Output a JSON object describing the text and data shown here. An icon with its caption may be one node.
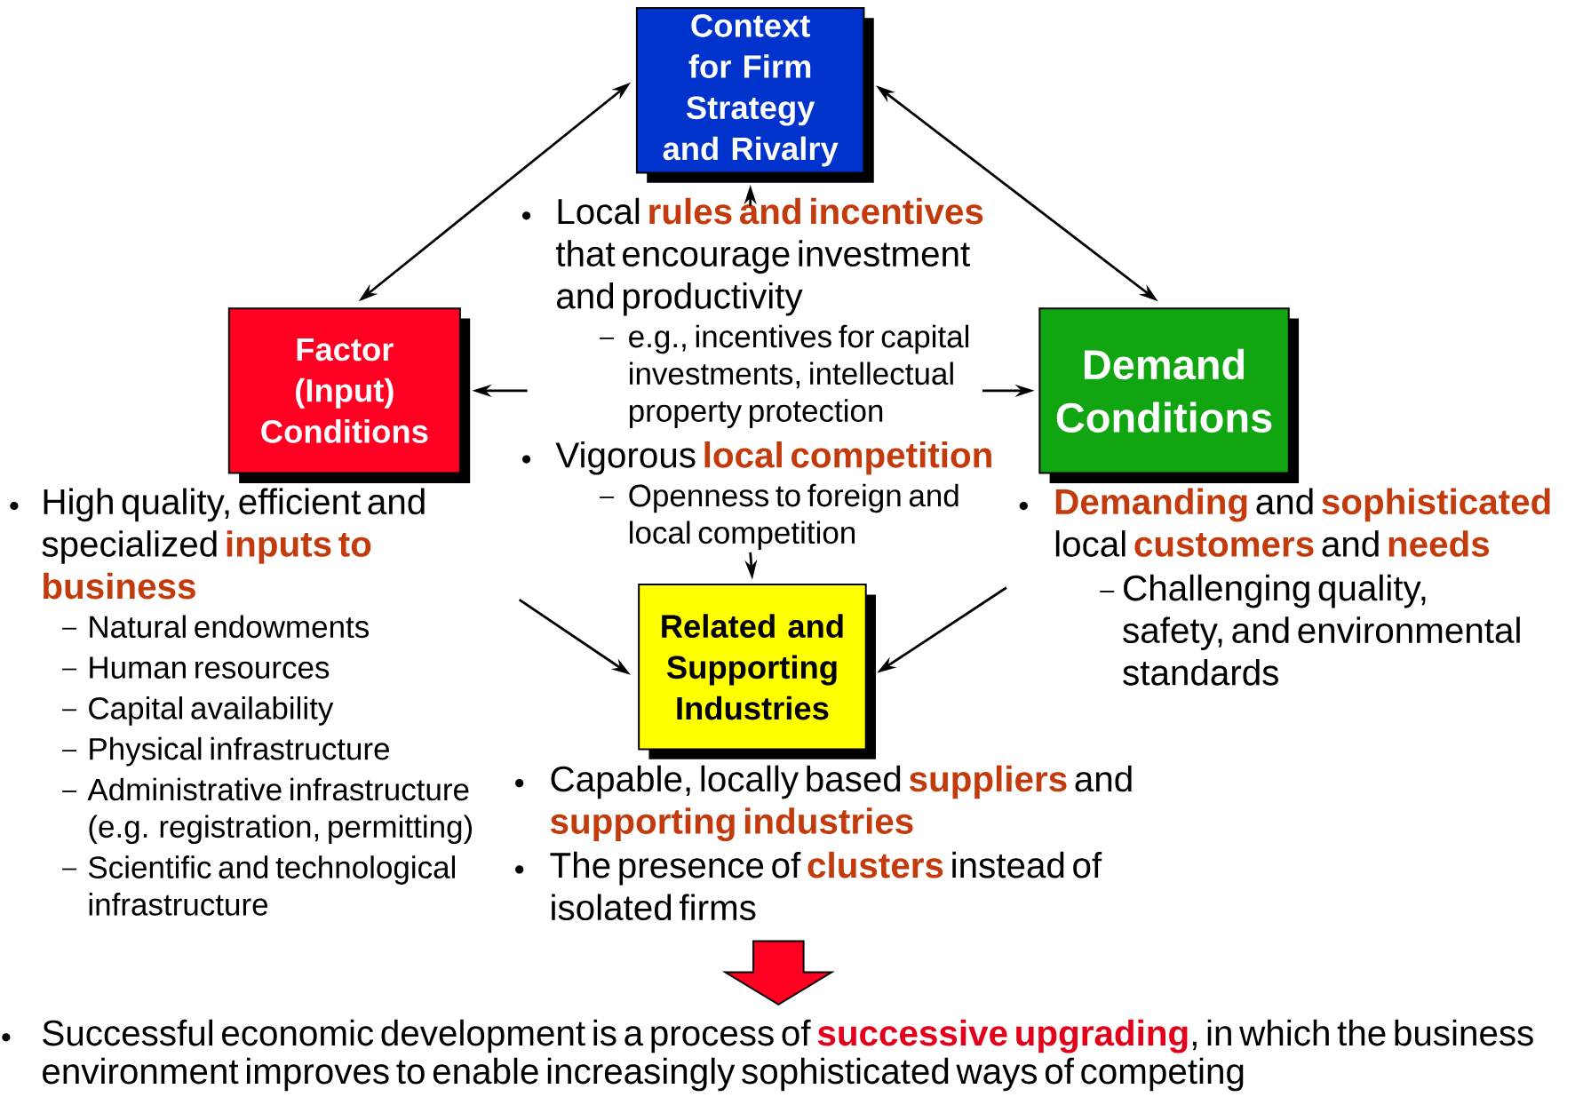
{
  "diagram": {
    "nodes": [
      {
        "text": [
          "Context for Firm Strategy and Rivalry"
        ]
      },
      {
        "text": [
          "Local **rules and incentives** that encourage investment and productivity",
          "e.g., incentives for capital investments, intellectual property protection",
          "Vigorous **local competition**",
          "Openness to foreign and local competition"
        ]
      },
      {
        "text": [
          "Factor (Input) Conditions"
        ]
      },
      {
        "text": [
          "Demand Conditions"
        ]
      },
      {
        "text": [
          "High quality, efficient and specialized **inputs to business**",
          "Natural endowments",
          "Human resources",
          "Capital availability",
          "Physical infrastructure",
          "Administrative infrastructure (e.g. registration, permitting)",
          "Scientific and technological infrastructure"
        ]
      },
      {
        "text": [
          "**Demanding** and **sophisticated** local **customers** and **needs**",
          "Challenging quality, safety, and environmental standards"
        ]
      },
      {
        "text": [
          "Related and Supporting Industries"
        ]
      },
      {
        "text": [
          "Capable, locally based **suppliers** and **supporting industries**",
          "The presence of **clusters** instead of isolated firms"
        ]
      },
      {
        "text": [
          "Successful economic development is a process of **successive upgrading**, in which the business environment improves to enable increasingly sophisticated ways of competing"
        ]
      }
    ],
    "edges": [
      {
        "from": 0,
        "to": 2,
        "arrow": "both"
      },
      {
        "from": 0,
        "to": 3,
        "arrow": "both"
      },
      {
        "from": 1,
        "to": 0,
        "arrow": "to"
      },
      {
        "from": 1,
        "to": 2,
        "arrow": "to"
      },
      {
        "from": 1,
        "to": 3,
        "arrow": "to"
      },
      {
        "from": 1,
        "to": 6,
        "arrow": "to"
      },
      {
        "from": 4,
        "to": 6,
        "arrow": "to"
      },
      {
        "from": 5,
        "to": 6,
        "arrow": "to"
      },
      {
        "from": 7,
        "to": 8,
        "arrow": "to",
        "style": "thick",
        "color": "#ff0022"
      }
    ]
  }
}
